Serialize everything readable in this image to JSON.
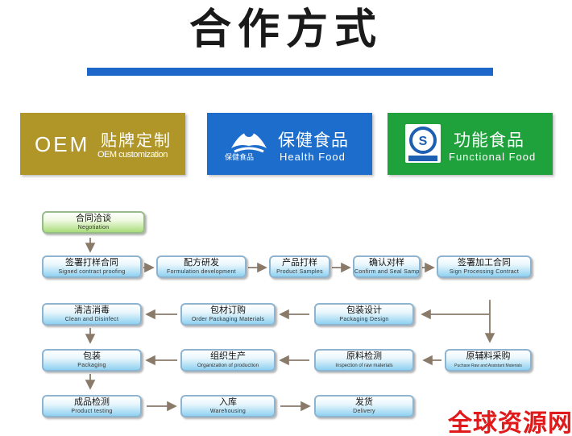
{
  "title": "合作方式",
  "cards": {
    "oem": {
      "big": "OEM",
      "cn": "贴牌定制",
      "en": "OEM customization",
      "color": "#b09628"
    },
    "health": {
      "logo_text": "保健食品",
      "cn": "保健食品",
      "en": "Health Food",
      "color": "#1d6dcc"
    },
    "functional": {
      "cn": "功能食品",
      "en": "Functional Food",
      "color": "#1fa23c"
    }
  },
  "steps": [
    {
      "cn": "合同洽谈",
      "en": "Negotiation"
    },
    {
      "cn": "签署打样合同",
      "en": "Signed contract proofing"
    },
    {
      "cn": "配方研发",
      "en": "Formulation development"
    },
    {
      "cn": "产品打样",
      "en": "Product Samples"
    },
    {
      "cn": "确认对样",
      "en": "Confirm and Seal Samples"
    },
    {
      "cn": "签署加工合同",
      "en": "Sign Processing Contract"
    },
    {
      "cn": "包装设计",
      "en": "Packaging Design"
    },
    {
      "cn": "包材订购",
      "en": "Order Packaging Materials"
    },
    {
      "cn": "清洁消毒",
      "en": "Clean and Disinfect"
    },
    {
      "cn": "原辅料采购",
      "en": "Puchase Raw and Assistant Materials"
    },
    {
      "cn": "原料检测",
      "en": "Inspection of raw materials"
    },
    {
      "cn": "组织生产",
      "en": "Organization of production"
    },
    {
      "cn": "包装",
      "en": "Packaging"
    },
    {
      "cn": "成品检测",
      "en": "Product testing"
    },
    {
      "cn": "入库",
      "en": "Warehousing"
    },
    {
      "cn": "发货",
      "en": "Delivery"
    }
  ],
  "watermark": "全球资源网",
  "colors": {
    "title_rule": "#1c67c9",
    "box_border": "#8fb4cf",
    "box_fill": "#8fd1f1",
    "start_box_fill": "#a9dc7a",
    "arrow": "#8a7a6a",
    "watermark": "#e01a1a"
  }
}
